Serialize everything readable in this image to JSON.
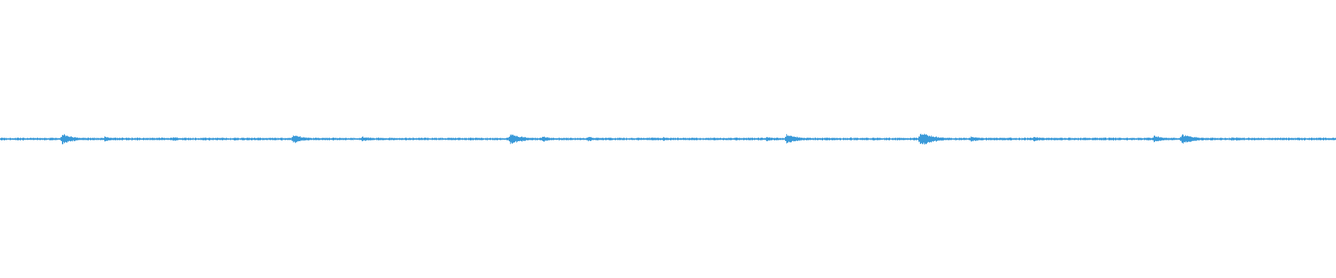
{
  "waveform": {
    "color": "#3a9ad9",
    "transients": [
      {
        "t": 0.0334,
        "a": 0.1
      },
      {
        "t": 0.0466,
        "a": 0.52
      },
      {
        "t": 0.0783,
        "a": 0.26
      },
      {
        "t": 0.1294,
        "a": 0.24
      },
      {
        "t": 0.1478,
        "a": 0.1
      },
      {
        "t": 0.1775,
        "a": 0.12
      },
      {
        "t": 0.2192,
        "a": 0.46
      },
      {
        "t": 0.2234,
        "a": 0.3
      },
      {
        "t": 0.2709,
        "a": 0.28
      },
      {
        "t": 0.2954,
        "a": 0.1
      },
      {
        "t": 0.3245,
        "a": 0.1
      },
      {
        "t": 0.3819,
        "a": 0.55
      },
      {
        "t": 0.4058,
        "a": 0.3
      },
      {
        "t": 0.4402,
        "a": 0.26
      },
      {
        "t": 0.4964,
        "a": 0.2
      },
      {
        "t": 0.5029,
        "a": 0.12
      },
      {
        "t": 0.5379,
        "a": 0.12
      },
      {
        "t": 0.5733,
        "a": 0.26
      },
      {
        "t": 0.5888,
        "a": 0.52
      },
      {
        "t": 0.597,
        "a": 0.14
      },
      {
        "t": 0.6336,
        "a": 0.12
      },
      {
        "t": 0.6885,
        "a": 0.7
      },
      {
        "t": 0.6928,
        "a": 0.14
      },
      {
        "t": 0.7268,
        "a": 0.3
      },
      {
        "t": 0.7735,
        "a": 0.26
      },
      {
        "t": 0.8177,
        "a": 0.12
      },
      {
        "t": 0.8636,
        "a": 0.36
      },
      {
        "t": 0.8846,
        "a": 0.52
      },
      {
        "t": 0.9219,
        "a": 0.2
      },
      {
        "t": 0.9257,
        "a": 0.18
      },
      {
        "t": 0.9354,
        "a": 0.1
      },
      {
        "t": 0.9705,
        "a": 0.1
      }
    ]
  }
}
